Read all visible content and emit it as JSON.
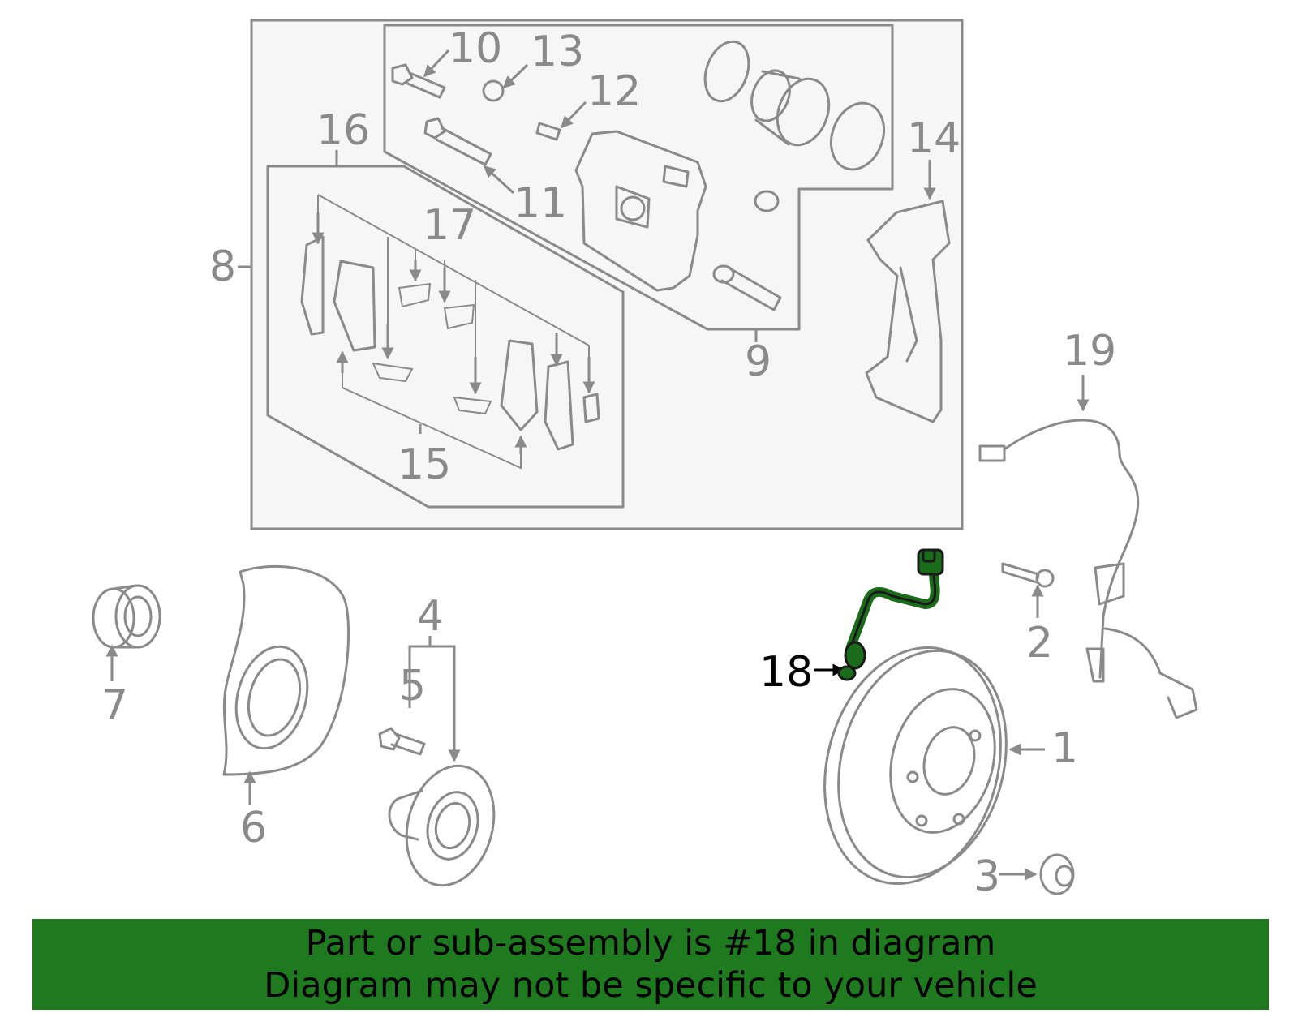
{
  "colors": {
    "line": "#8a8a8a",
    "highlight_part": "#1a6b1a",
    "banner_bg": "#1f7a1f",
    "box_fill": "#f6f6f6"
  },
  "callouts": {
    "c1": "1",
    "c2": "2",
    "c3": "3",
    "c4": "4",
    "c5": "5",
    "c6": "6",
    "c7": "7",
    "c8": "8",
    "c9": "9",
    "c10": "10",
    "c11": "11",
    "c12": "12",
    "c13": "13",
    "c14": "14",
    "c15": "15",
    "c16": "16",
    "c17": "17",
    "c18": "18",
    "c19": "19"
  },
  "highlighted_part": "18",
  "banner": {
    "line1": "Part or sub-assembly is #18 in diagram",
    "line2": "Diagram may not be specific to your vehicle"
  }
}
